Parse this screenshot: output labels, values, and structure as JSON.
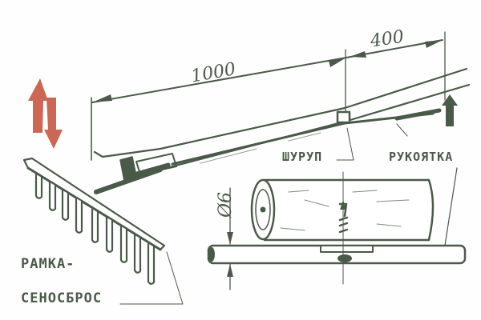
{
  "diagram": {
    "subject": "rake with hay-dropping frame",
    "colors": {
      "ink": "#4a5a48",
      "arrow": "#cc6655",
      "paper": "#fefefe"
    },
    "dimensions": {
      "main_length": "1000",
      "handle_offset": "400",
      "rod_diameter": "Ø6"
    },
    "labels": {
      "screw": "ШУРУП",
      "handle": "РУКОЯТКА",
      "frame_line1": "РАМКА-",
      "frame_line2": "СЕНОСБРОС"
    },
    "icons": {
      "motion": "up-down-arrows-icon"
    }
  }
}
